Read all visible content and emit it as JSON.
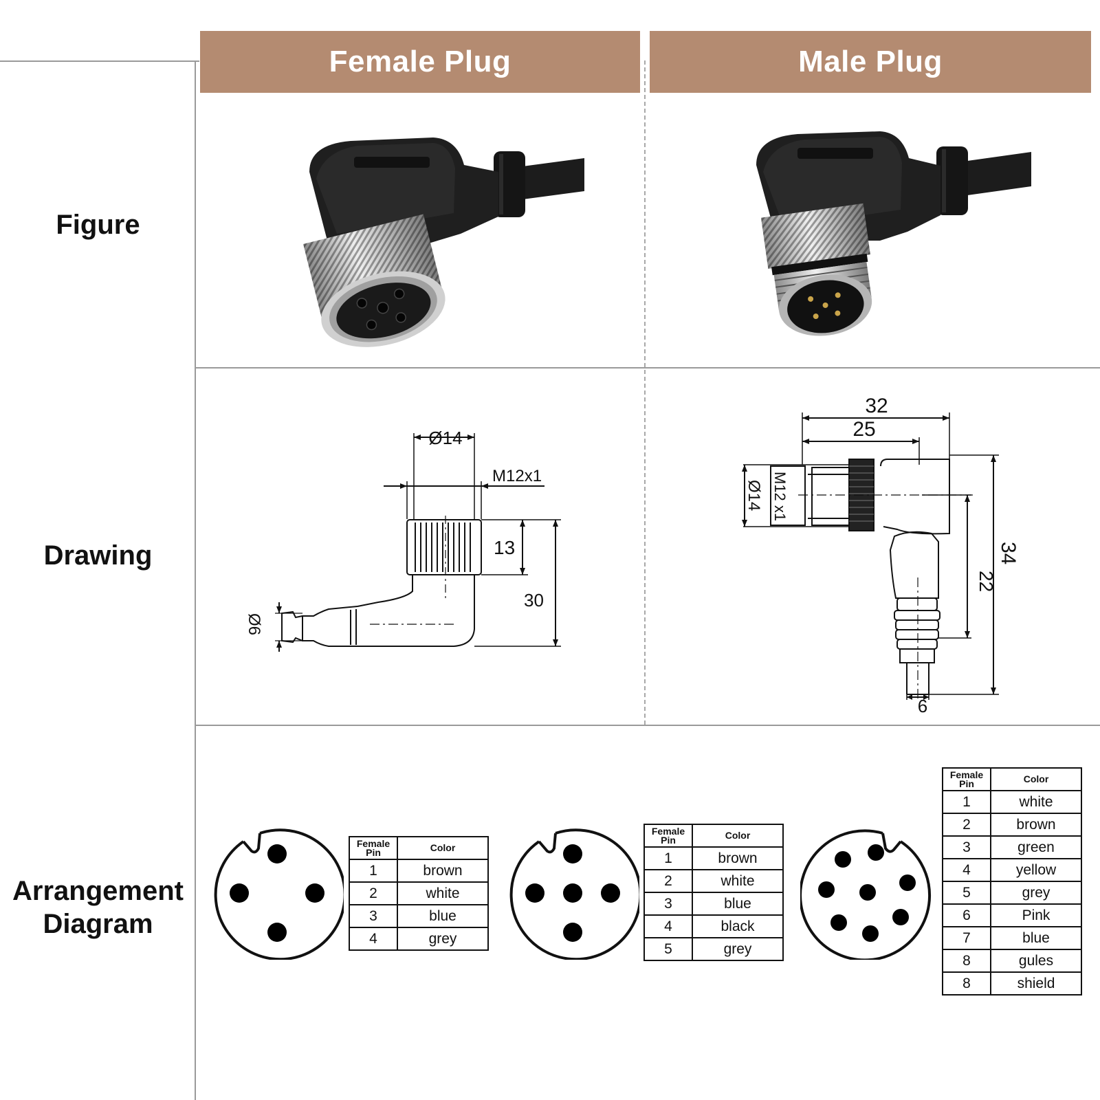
{
  "columns": {
    "female": "Female Plug",
    "male": "Male Plug"
  },
  "rows": {
    "figure": "Figure",
    "drawing": "Drawing",
    "arrangement": [
      "Arrangement",
      "Diagram"
    ]
  },
  "colors": {
    "header_bg": "#b48b71",
    "header_text": "#ffffff",
    "grid": "#9a9a9a"
  },
  "female_drawing": {
    "dia": "Ø14",
    "thread": "M12x1",
    "h1": "13",
    "h2": "30",
    "cable": "Ø6"
  },
  "male_drawing": {
    "w1": "32",
    "w2": "25",
    "dia": "Ø14",
    "thread": "M12 x1",
    "h1": "34",
    "h2": "22",
    "cable": "6"
  },
  "pin_tables": [
    {
      "head_pin": [
        "Female",
        "Pin"
      ],
      "head_color": "Color",
      "rows": [
        [
          "1",
          "brown"
        ],
        [
          "2",
          "white"
        ],
        [
          "3",
          "blue"
        ],
        [
          "4",
          "grey"
        ]
      ]
    },
    {
      "head_pin": [
        "Female",
        "Pin"
      ],
      "head_color": "Color",
      "rows": [
        [
          "1",
          "brown"
        ],
        [
          "2",
          "white"
        ],
        [
          "3",
          "blue"
        ],
        [
          "4",
          "black"
        ],
        [
          "5",
          "grey"
        ]
      ]
    },
    {
      "head_pin": [
        "Female",
        "Pin"
      ],
      "head_color": "Color",
      "rows": [
        [
          "1",
          "white"
        ],
        [
          "2",
          "brown"
        ],
        [
          "3",
          "green"
        ],
        [
          "4",
          "yellow"
        ],
        [
          "5",
          "grey"
        ],
        [
          "6",
          "Pink"
        ],
        [
          "7",
          "blue"
        ],
        [
          "8",
          "gules"
        ],
        [
          "8",
          "shield"
        ]
      ]
    }
  ]
}
